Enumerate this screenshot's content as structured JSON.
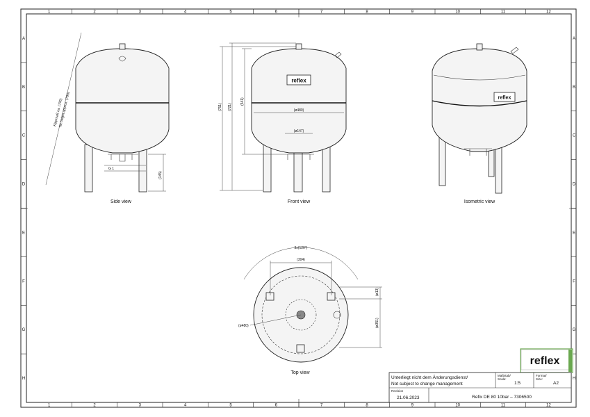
{
  "grid": {
    "columns": [
      "1",
      "2",
      "3",
      "4",
      "5",
      "6",
      "7",
      "8",
      "9",
      "10",
      "11",
      "12"
    ],
    "rows": [
      "A",
      "B",
      "C",
      "D",
      "E",
      "F",
      "G",
      "H"
    ]
  },
  "views": {
    "side": "Side view",
    "front": "Front view",
    "isometric": "Isometric view",
    "top": "Top view"
  },
  "dimensions": {
    "side_tilt_line1": "Kippmaß ca. (795)",
    "side_tilt_line2": "Tilt height approx. (795)",
    "side_thread": "G 1",
    "side_height": "(145)",
    "front_overall": "(751)",
    "front_total": "(721)",
    "front_body": "(541)",
    "front_diameter": "(ø480)",
    "front_base": "(ø147)",
    "top_angle": "3x(120°)",
    "top_span": "(304)",
    "top_hole": "(ø13)",
    "top_pcd": "(ø351)",
    "top_diameter": "(ø480)"
  },
  "logo": {
    "text": "reflex",
    "color": "#6aa84f"
  },
  "tank_label": "reflex",
  "title_block": {
    "notice_line1": "Unterliegt nicht dem Änderungsdienst/",
    "notice_line2": "Not subject to change management",
    "scale_label_de": "Maßstab/",
    "scale_label_en": "Scale:",
    "scale_value": "1:5",
    "format_label_de": "Format/",
    "format_label_en": "Size:",
    "format_value": "A2",
    "revision_label": "Revision",
    "revision_date": "21.06.2023",
    "product": "Refix DE 80 10bar – 7306500"
  }
}
